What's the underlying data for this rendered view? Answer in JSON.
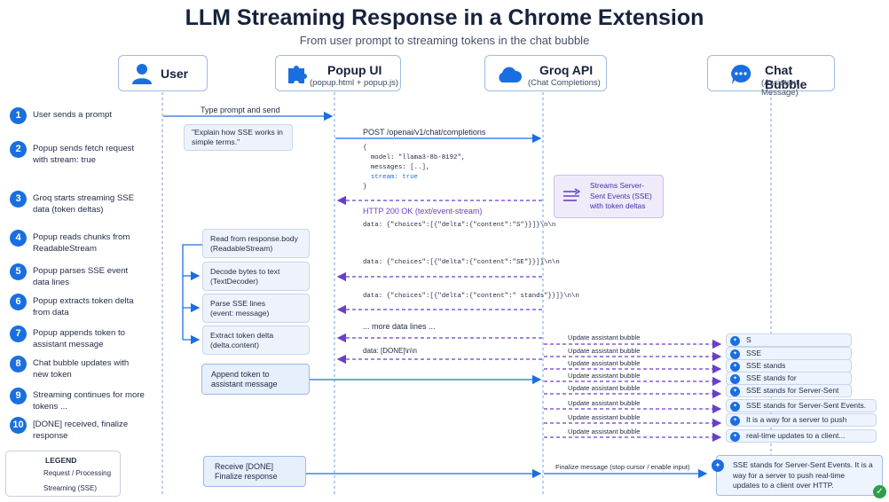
{
  "title": "LLM Streaming Response in a Chrome Extension",
  "subtitle": "From user prompt to streaming tokens in the chat bubble",
  "actors": [
    {
      "name": "User",
      "sub": "",
      "icon": "user-icon"
    },
    {
      "name": "Popup UI",
      "sub": "(popup.html + popup.js)",
      "icon": "puzzle-icon"
    },
    {
      "name": "Groq API",
      "sub": "(Chat Completions)",
      "icon": "cloud-icon"
    },
    {
      "name": "Chat Bubble",
      "sub": "(Assistant Message)",
      "icon": "chat-icon"
    }
  ],
  "steps": [
    {
      "num": "1",
      "text": "User sends a prompt"
    },
    {
      "num": "2",
      "text": "Popup sends fetch request with stream: true"
    },
    {
      "num": "3",
      "text": "Groq starts streaming SSE data (token deltas)"
    },
    {
      "num": "4",
      "text": "Popup reads chunks from ReadableStream"
    },
    {
      "num": "5",
      "text": "Popup parses SSE event data lines"
    },
    {
      "num": "6",
      "text": "Popup extracts token delta from data"
    },
    {
      "num": "7",
      "text": "Popup appends token to assistant message"
    },
    {
      "num": "8",
      "text": "Chat bubble updates with new token"
    },
    {
      "num": "9",
      "text": "Streaming continues for more tokens ..."
    },
    {
      "num": "10",
      "text": "[DONE] received, finalize response"
    }
  ],
  "messages": {
    "type_prompt": "Type prompt and send",
    "prompt_quote": "\"Explain how SSE works in simple terms.\"",
    "post": "POST /openai/v1/chat/completions",
    "json_lines": [
      "{",
      "  model: \"llama3-8b-8192\",",
      "  messages: [..],",
      "  stream: true",
      "}"
    ],
    "sse_note": "Streams Server-Sent Events (SSE) with token deltas",
    "http_ok": "HTTP 200 OK (text/event-stream)",
    "data_s": "data: {\"choices\":[{\"delta\":{\"content\":\"S\"}}]}\\n\\n",
    "data_se": "data: {\"choices\":[{\"delta\":{\"content\":\"SE\"}}]}\\n\\n",
    "data_stands": "data: {\"choices\":[{\"delta\":{\"content\":\" stands\"}}]}\\n\\n",
    "more_lines": "... more data lines ...",
    "data_done": "data: [DONE]\\n\\n",
    "finalize_msg": "Finalize message (stop cursor / enable input)"
  },
  "popup_boxes": [
    {
      "line1": "Read from response.body",
      "line2": "(ReadableStream)"
    },
    {
      "line1": "Decode bytes to text",
      "line2": "(TextDecoder)"
    },
    {
      "line1": "Parse SSE lines",
      "line2": "(event: message)"
    },
    {
      "line1": "Extract token delta",
      "line2": "(delta.content)"
    }
  ],
  "append_box": "Append token to assistant message",
  "receive_box": {
    "line1": "Receive [DONE]",
    "line2": "Finalize response"
  },
  "update_label": "Update assistant bubble",
  "bubbles": [
    "S",
    "SSE",
    "SSE stands",
    "SSE stands for",
    "SSE stands for Server-Sent",
    "SSE stands for Server-Sent Events.",
    "It is a way for a server to push",
    "real-time updates to a client..."
  ],
  "final_bubble": "SSE stands for Server-Sent Events. It is a way for a server to push real-time updates to a client over HTTP.",
  "legend": {
    "title": "LEGEND",
    "request": "Request / Processing",
    "streaming": "Streaming (SSE)"
  },
  "colors": {
    "accent": "#1a6fe0",
    "stream": "#6a3fc9",
    "success": "#2e9e4a"
  }
}
